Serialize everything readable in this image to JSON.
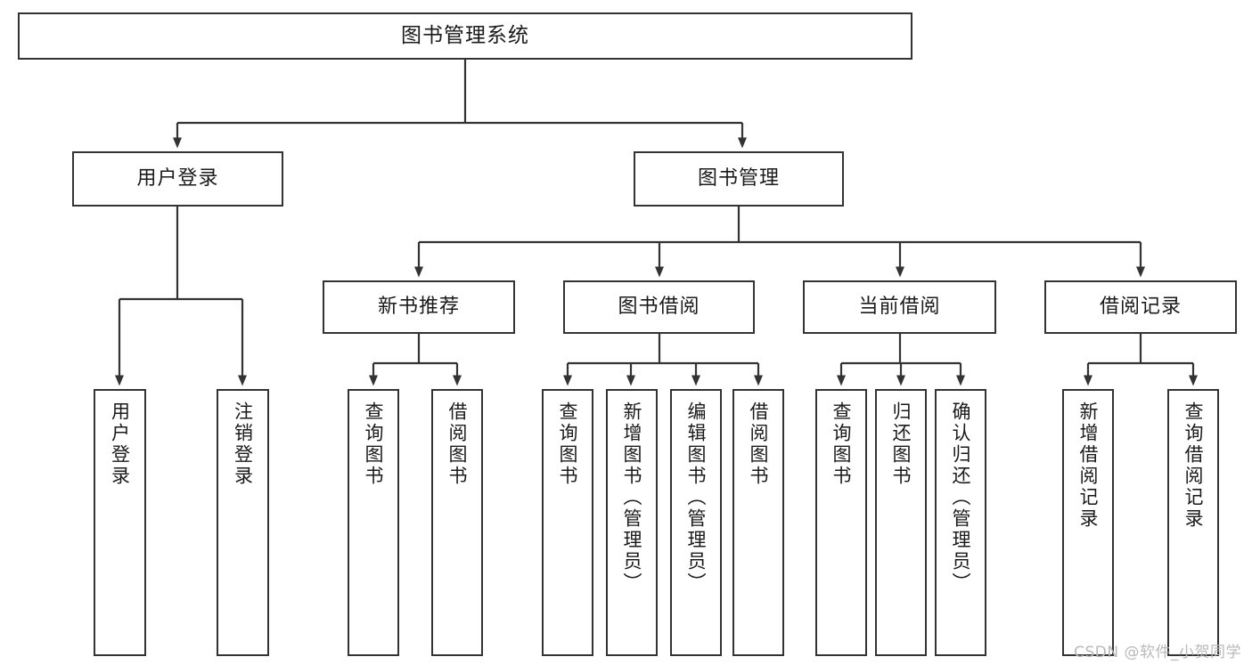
{
  "diagram": {
    "title": "图书管理系统",
    "type": "tree-hierarchy",
    "watermark": "CSDN @软件_小贺同学",
    "colors": {
      "stroke": "#333333",
      "fill": "#ffffff",
      "text": "#1a1a1a",
      "watermark": "#b9b9b9"
    }
  },
  "nodes": {
    "root": {
      "label": "图书管理系统",
      "level": 1
    },
    "level2": [
      {
        "id": "user-login",
        "label": "用户登录"
      },
      {
        "id": "book-manage",
        "label": "图书管理"
      }
    ],
    "level3": [
      {
        "id": "new-book-recommend",
        "label": "新书推荐"
      },
      {
        "id": "book-borrow",
        "label": "图书借阅"
      },
      {
        "id": "current-borrow",
        "label": "当前借阅"
      },
      {
        "id": "borrow-record",
        "label": "借阅记录"
      }
    ],
    "leaves": {
      "user-login": [
        {
          "id": "leaf-user-login",
          "label": "用户登录"
        },
        {
          "id": "leaf-user-logout",
          "label": "注销登录"
        }
      ],
      "new-book-recommend": [
        {
          "id": "leaf-query-book-1",
          "label": "查询图书"
        },
        {
          "id": "leaf-borrow-book-1",
          "label": "借阅图书"
        }
      ],
      "book-borrow": [
        {
          "id": "leaf-query-book-2",
          "label": "查询图书"
        },
        {
          "id": "leaf-add-book",
          "label": "新增图书（管理员）"
        },
        {
          "id": "leaf-edit-book",
          "label": "编辑图书（管理员）"
        },
        {
          "id": "leaf-borrow-book-2",
          "label": "借阅图书"
        }
      ],
      "current-borrow": [
        {
          "id": "leaf-query-book-3",
          "label": "查询图书"
        },
        {
          "id": "leaf-return-book",
          "label": "归还图书"
        },
        {
          "id": "leaf-confirm-return",
          "label": "确认归还（管理员）"
        }
      ],
      "borrow-record": [
        {
          "id": "leaf-add-record",
          "label": "新增借阅记录"
        },
        {
          "id": "leaf-query-record",
          "label": "查询借阅记录"
        }
      ]
    }
  }
}
